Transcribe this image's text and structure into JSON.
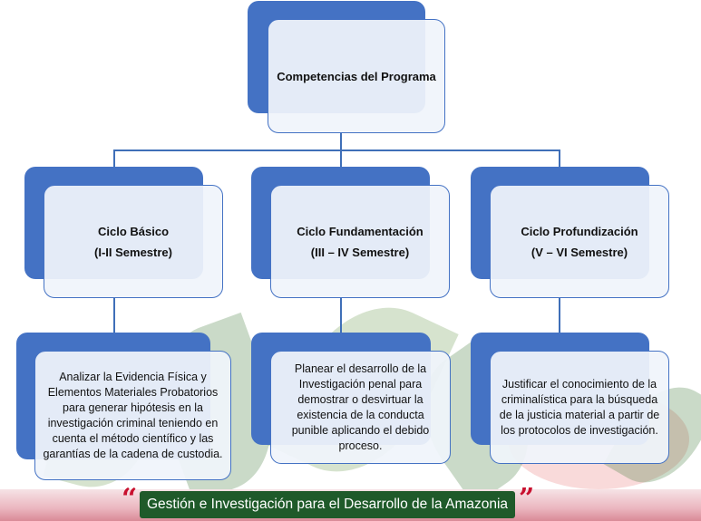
{
  "root": {
    "title": "Competencias del Programa"
  },
  "cycles": [
    {
      "name": "Ciclo Básico",
      "semester": "(I-II Semestre)",
      "competency": "Analizar la Evidencia Física y Elementos Materiales Probatorios para generar hipótesis en la investigación criminal teniendo en cuenta el método científico y las garantías de la cadena de custodia."
    },
    {
      "name": "Ciclo Fundamentación",
      "semester": "(III – IV Semestre)",
      "competency": "Planear el desarrollo de la Investigación penal para demostrar o desvirtuar la existencia  de la conducta punible aplicando el debido proceso."
    },
    {
      "name": "Ciclo Profundización",
      "semester": "(V – VI Semestre)",
      "competency": "Justificar el conocimiento de la criminalística para la búsqueda de la justicia material a partir de los protocolos de investigación."
    }
  ],
  "footer": {
    "slogan": "Gestión e Investigación para el Desarrollo de la Amazonia",
    "open_quote": "“",
    "close_quote": "”"
  },
  "colors": {
    "shape_fill": "#4472c4",
    "box_fill": "#f0f4fb",
    "banner": "#1f5a2a",
    "quote": "#c8102e"
  }
}
